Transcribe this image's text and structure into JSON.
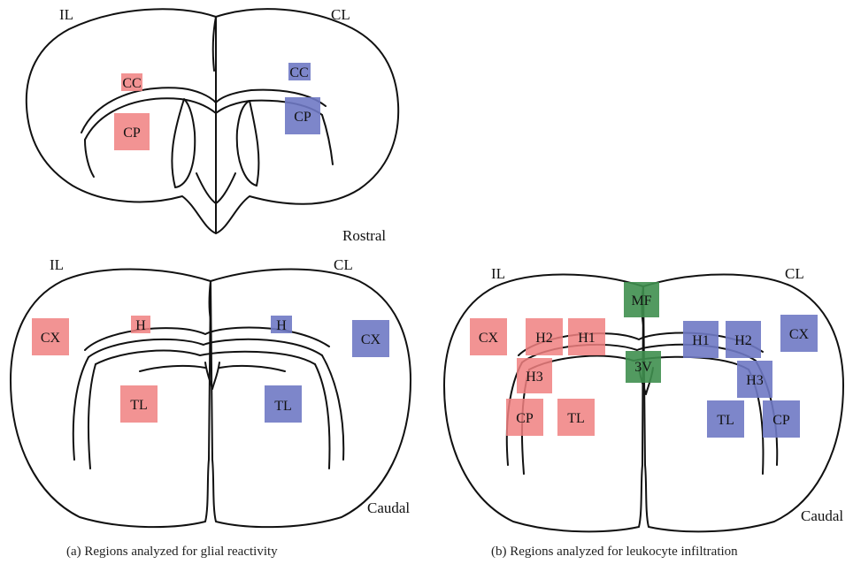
{
  "colors": {
    "ipsilateral": "#f08080",
    "contralateral": "#6f79c4",
    "midline": "#3f8f4f",
    "outline": "#111111"
  },
  "panel_top": {
    "side_left": "IL",
    "side_right": "CL",
    "section": "Rostral",
    "regions": [
      {
        "id": "cc-il",
        "label": "CC",
        "group": "ipsilateral"
      },
      {
        "id": "cp-il",
        "label": "CP",
        "group": "ipsilateral"
      },
      {
        "id": "cc-cl",
        "label": "CC",
        "group": "contralateral"
      },
      {
        "id": "cp-cl",
        "label": "CP",
        "group": "contralateral"
      }
    ]
  },
  "panel_a": {
    "side_left": "IL",
    "side_right": "CL",
    "section": "Caudal",
    "caption": "(a)  Regions analyzed for glial reactivity",
    "regions": [
      {
        "id": "cx-il",
        "label": "CX",
        "group": "ipsilateral"
      },
      {
        "id": "h-il",
        "label": "H",
        "group": "ipsilateral"
      },
      {
        "id": "tl-il",
        "label": "TL",
        "group": "ipsilateral"
      },
      {
        "id": "h-cl",
        "label": "H",
        "group": "contralateral"
      },
      {
        "id": "cx-cl",
        "label": "CX",
        "group": "contralateral"
      },
      {
        "id": "tl-cl",
        "label": "TL",
        "group": "contralateral"
      }
    ]
  },
  "panel_b": {
    "side_left": "IL",
    "side_right": "CL",
    "section": "Caudal",
    "caption": "(b)  Regions analyzed for leukocyte infiltration",
    "regions": [
      {
        "id": "mf",
        "label": "MF",
        "group": "midline"
      },
      {
        "id": "3v",
        "label": "3V",
        "group": "midline"
      },
      {
        "id": "cx-il",
        "label": "CX",
        "group": "ipsilateral"
      },
      {
        "id": "h2-il",
        "label": "H2",
        "group": "ipsilateral"
      },
      {
        "id": "h1-il",
        "label": "H1",
        "group": "ipsilateral"
      },
      {
        "id": "h3-il",
        "label": "H3",
        "group": "ipsilateral"
      },
      {
        "id": "cp-il",
        "label": "CP",
        "group": "ipsilateral"
      },
      {
        "id": "tl-il",
        "label": "TL",
        "group": "ipsilateral"
      },
      {
        "id": "h1-cl",
        "label": "H1",
        "group": "contralateral"
      },
      {
        "id": "h2-cl",
        "label": "H2",
        "group": "contralateral"
      },
      {
        "id": "cx-cl",
        "label": "CX",
        "group": "contralateral"
      },
      {
        "id": "h3-cl",
        "label": "H3",
        "group": "contralateral"
      },
      {
        "id": "tl-cl",
        "label": "TL",
        "group": "contralateral"
      },
      {
        "id": "cp-cl",
        "label": "CP",
        "group": "contralateral"
      }
    ]
  }
}
